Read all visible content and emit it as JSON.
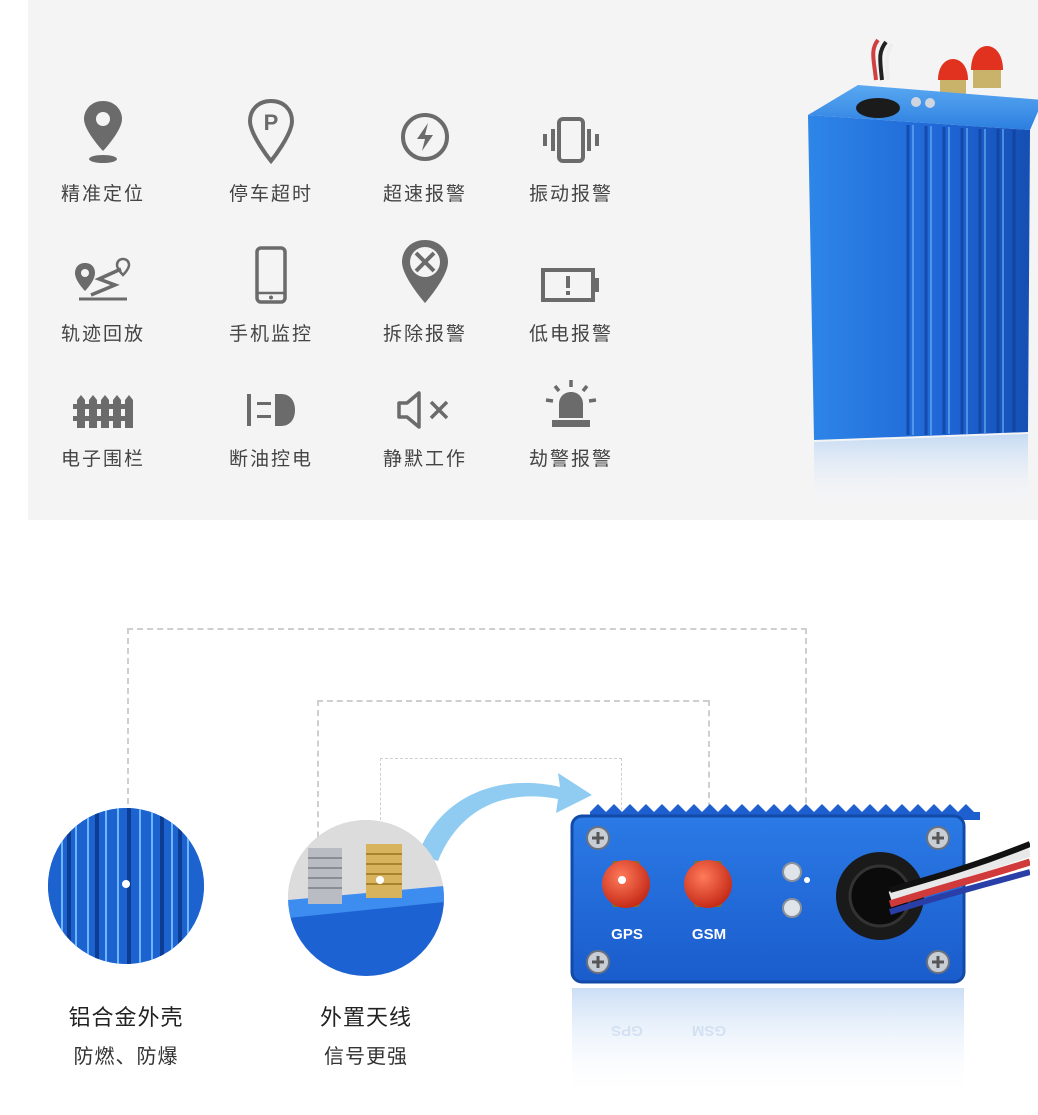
{
  "features": [
    {
      "label": "精准定位",
      "icon": "location-pin-icon"
    },
    {
      "label": "停车超时",
      "icon": "parking-pin-icon"
    },
    {
      "label": "超速报警",
      "icon": "lightning-circle-icon"
    },
    {
      "label": "振动报警",
      "icon": "vibration-phone-icon"
    },
    {
      "label": "轨迹回放",
      "icon": "route-track-icon"
    },
    {
      "label": "手机监控",
      "icon": "smartphone-icon"
    },
    {
      "label": "拆除报警",
      "icon": "tools-pin-icon"
    },
    {
      "label": "低电报警",
      "icon": "low-battery-icon"
    },
    {
      "label": "电子围栏",
      "icon": "fence-icon"
    },
    {
      "label": "断油控电",
      "icon": "headlight-icon"
    },
    {
      "label": "静默工作",
      "icon": "mute-speaker-icon"
    },
    {
      "label": "劫警报警",
      "icon": "siren-icon"
    }
  ],
  "details": [
    {
      "title": "铝合金外壳",
      "subtitle": "防燃、防爆"
    },
    {
      "title": "外置天线",
      "subtitle": "信号更强"
    }
  ],
  "device": {
    "port_gps": "GPS",
    "port_gsm": "GSM",
    "reflection_gps": "GPS",
    "reflection_gsm": "GSM"
  },
  "colors": {
    "icon": "#6b6b6b",
    "device_blue": "#1f66d6",
    "antenna_red": "#d9351f",
    "arrow_blue": "#7cc3ee"
  }
}
